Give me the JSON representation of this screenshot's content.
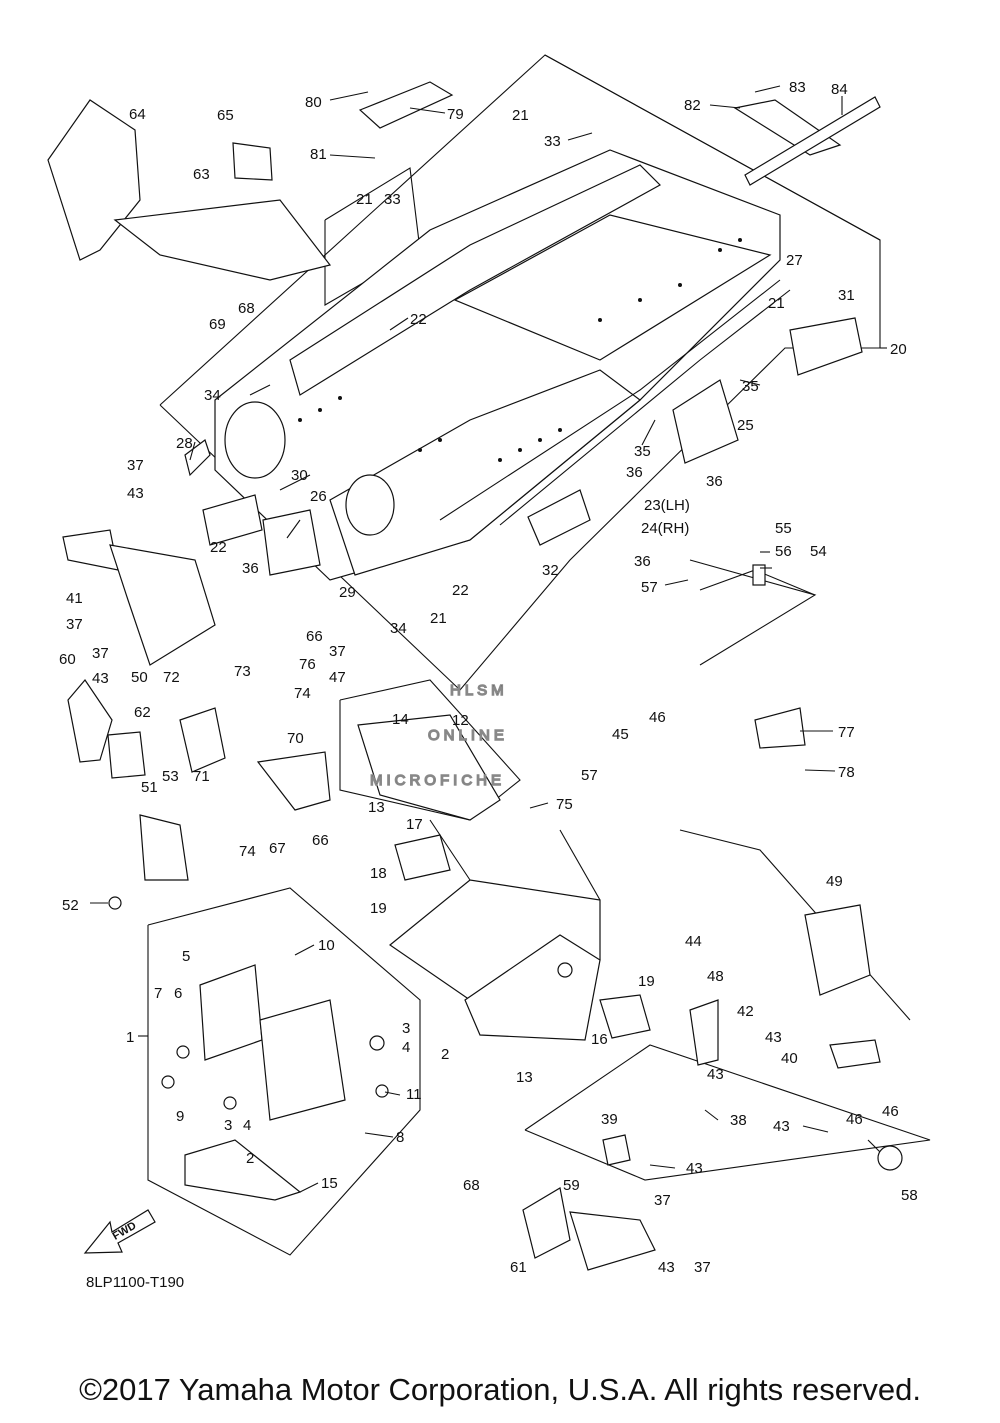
{
  "diagram": {
    "code": "8LP1100-T190",
    "fwd_label": "FWD",
    "watermark": [
      "HLSM",
      "ONLINE",
      "MICROFICHE"
    ],
    "callouts": [
      "1",
      "2",
      "3",
      "4",
      "5",
      "6",
      "7",
      "8",
      "9",
      "10",
      "11",
      "12",
      "13",
      "14",
      "15",
      "16",
      "17",
      "18",
      "19",
      "20",
      "21",
      "22",
      "23(LH)",
      "24(RH)",
      "25",
      "26",
      "27",
      "28",
      "29",
      "30",
      "31",
      "32",
      "33",
      "34",
      "35",
      "36",
      "37",
      "38",
      "39",
      "40",
      "41",
      "42",
      "43",
      "44",
      "45",
      "46",
      "47",
      "48",
      "49",
      "50",
      "51",
      "52",
      "53",
      "54",
      "55",
      "56",
      "57",
      "58",
      "59",
      "60",
      "61",
      "62",
      "63",
      "64",
      "65",
      "66",
      "67",
      "68",
      "69",
      "70",
      "71",
      "72",
      "73",
      "74",
      "75",
      "76",
      "77",
      "78",
      "79",
      "80",
      "81",
      "82",
      "83",
      "84"
    ]
  },
  "footer": {
    "copyright": "©2017 Yamaha Motor Corporation, U.S.A. All rights reserved."
  }
}
